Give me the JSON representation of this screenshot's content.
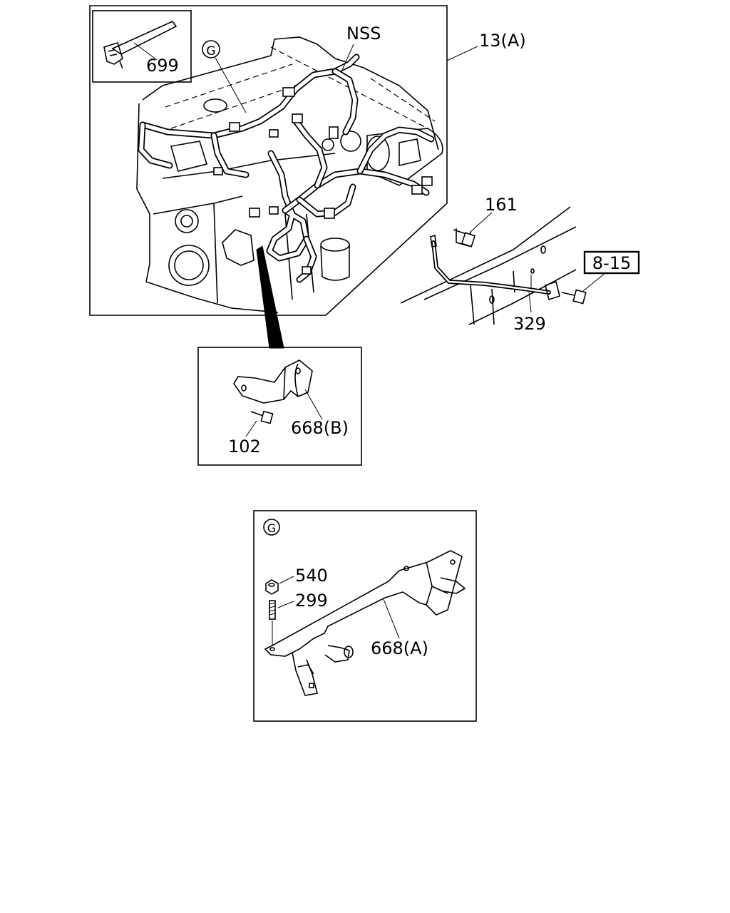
{
  "labels": {
    "main_assembly": "13(A)",
    "nss": "NSS",
    "clip": "699",
    "circle_g": "G",
    "bolt_161": "161",
    "ref_box": "8-15",
    "ground_cable": "329",
    "bracket_b": "668(B)",
    "bolt_102": "102",
    "nut": "540",
    "stud": "299",
    "bracket_a": "668(A)"
  }
}
